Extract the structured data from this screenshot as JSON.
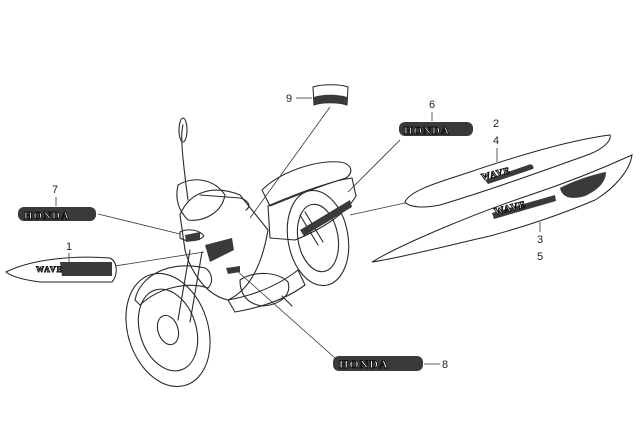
{
  "callouts": {
    "c1": "1",
    "c2": "2",
    "c3": "3",
    "c4": "4",
    "c5": "5",
    "c6": "6",
    "c7": "7",
    "c8": "8",
    "c9": "9"
  },
  "decals": {
    "honda_logo": "HONDA",
    "wave_logo": "WAVE"
  },
  "colors": {
    "ink": "#2a2a2a",
    "decal_dark": "#3a3a3a",
    "background": "#ffffff"
  }
}
